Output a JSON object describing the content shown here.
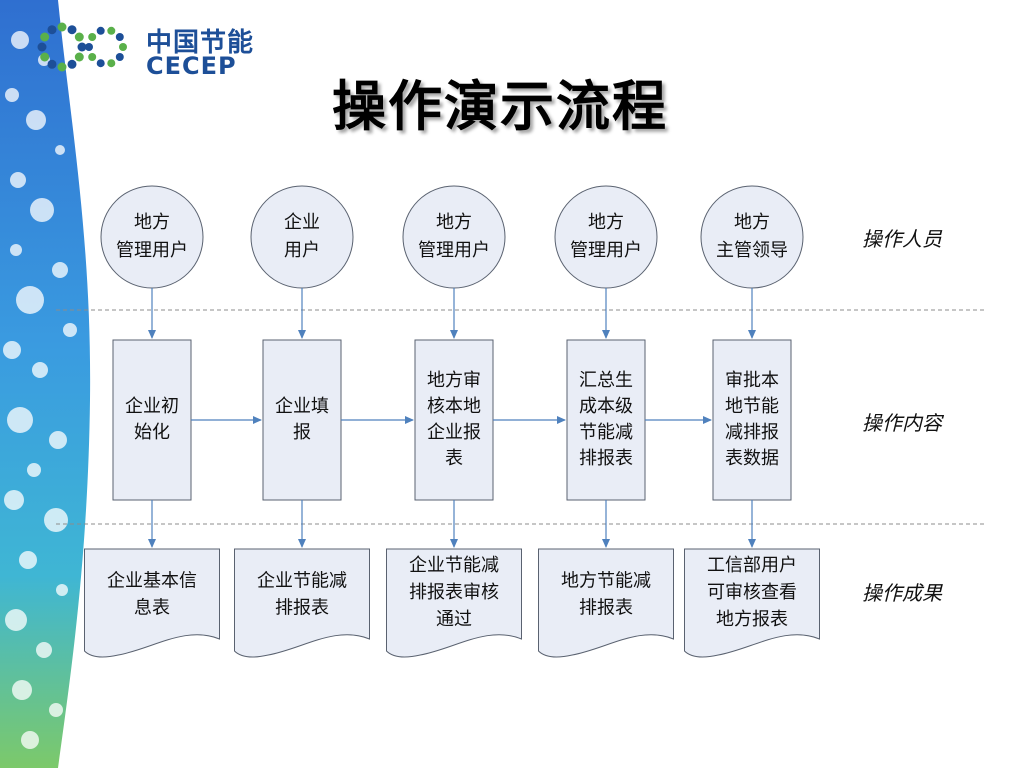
{
  "brand": {
    "name_cn": "中国节能",
    "name_en": "CECEP"
  },
  "title": "操作演示流程",
  "row_labels": {
    "actors": "操作人员",
    "content": "操作内容",
    "results": "操作成果"
  },
  "columns": [
    {
      "actor": [
        "地方",
        "管理用户"
      ],
      "step": [
        "企业初",
        "始化"
      ],
      "result": [
        "企业基本信",
        "息表"
      ]
    },
    {
      "actor": [
        "企业",
        "用户"
      ],
      "step": [
        "企业填",
        "报"
      ],
      "result": [
        "企业节能减",
        "排报表"
      ]
    },
    {
      "actor": [
        "地方",
        "管理用户"
      ],
      "step": [
        "地方审",
        "核本地",
        "企业报",
        "表"
      ],
      "result": [
        "企业节能减",
        "排报表审核",
        "通过"
      ]
    },
    {
      "actor": [
        "地方",
        "管理用户"
      ],
      "step": [
        "汇总生",
        "成本级",
        "节能减",
        "排报表"
      ],
      "result": [
        "地方节能减",
        "排报表"
      ]
    },
    {
      "actor": [
        "地方",
        "主管领导"
      ],
      "step": [
        "审批本",
        "地节能",
        "减排报",
        "表数据"
      ],
      "result": [
        "工信部用户",
        "可审核查看",
        "地方报表"
      ]
    }
  ],
  "colors": {
    "node_fill": "#e9edf6",
    "node_stroke": "#5a6270",
    "arrow": "#4f81bd",
    "separator": "#8c8c8c",
    "brand_blue": "#1d4f98",
    "brand_green": "#5ab04a"
  }
}
